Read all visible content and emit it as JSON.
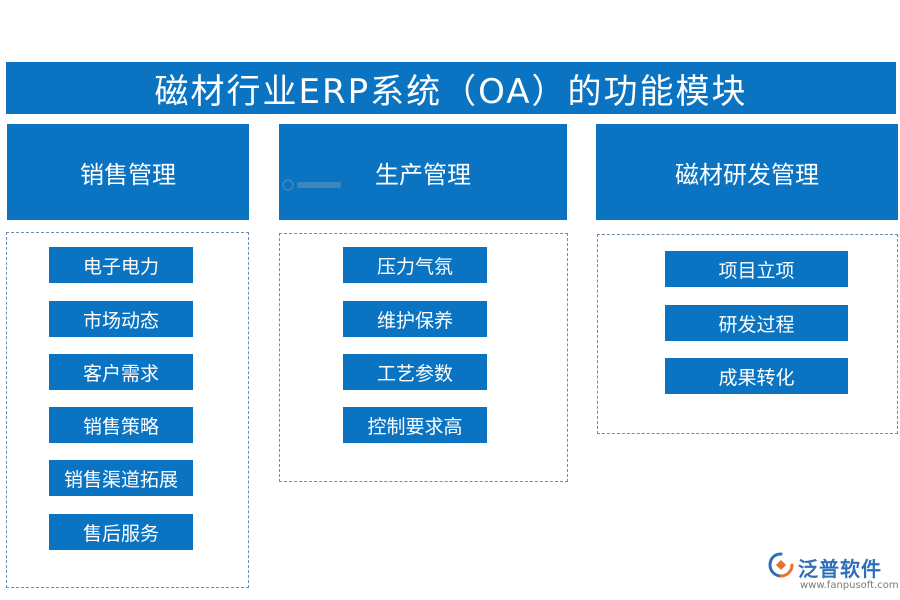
{
  "title": "磁材行业ERP系统（OA）的功能模块",
  "columns": [
    {
      "header": "销售管理",
      "items": [
        "电子电力",
        "市场动态",
        "客户需求",
        "销售策略",
        "销售渠道拓展",
        "售后服务"
      ]
    },
    {
      "header": "生产管理",
      "items": [
        "压力气氛",
        "维护保养",
        "工艺参数",
        "控制要求高"
      ]
    },
    {
      "header": "磁材研发管理",
      "items": [
        "项目立项",
        "研发过程",
        "成果转化"
      ]
    }
  ],
  "brand": {
    "name": "泛普软件",
    "url": "www.fanpusoft.com"
  },
  "colors": {
    "primary_blue": "#0b74c2",
    "dashed_border": "#6c8cb0",
    "brand_blue": "#2f6fb6",
    "brand_orange": "#e8702a"
  }
}
